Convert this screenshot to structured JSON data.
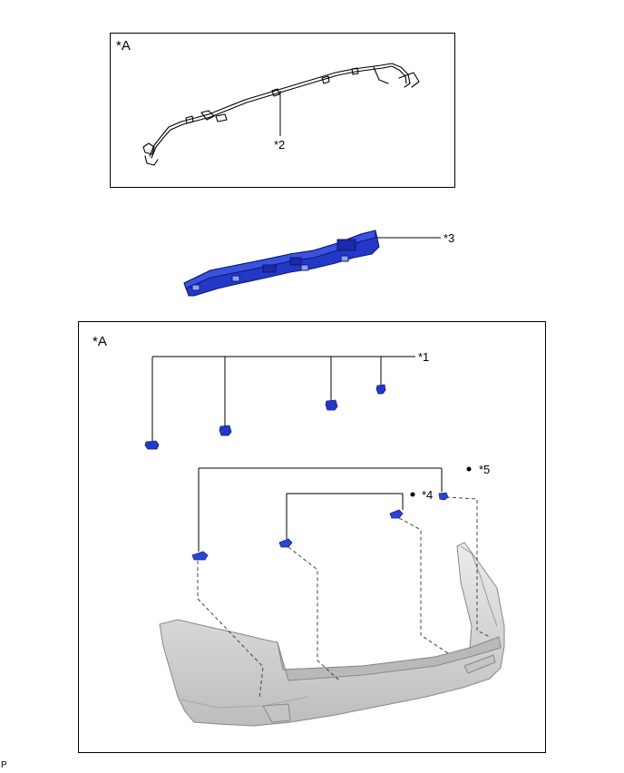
{
  "top_frame": {
    "label": "*A"
  },
  "bottom_frame": {
    "label": "*A"
  },
  "callouts": {
    "harness": "*2",
    "retainer": "*3",
    "sensor": "*1",
    "clip_4": "*4",
    "clip_5": "*5"
  },
  "footer": {
    "code": "P"
  },
  "colors": {
    "part_blue": "#2438c8",
    "part_blue_dark": "#14208a",
    "bumper_fill": "#d9d9d9",
    "line": "#000000"
  }
}
